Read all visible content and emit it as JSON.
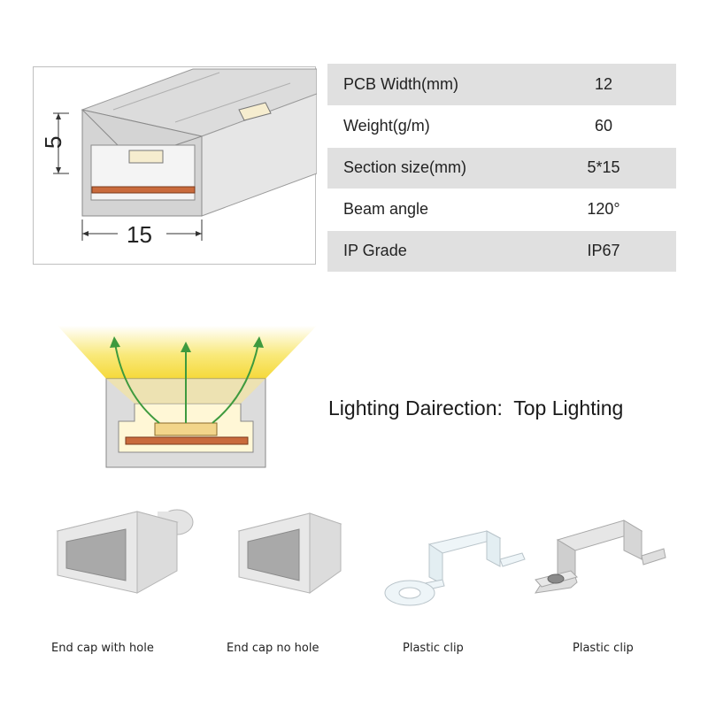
{
  "profile_dimensions": {
    "height": "5",
    "width": "15"
  },
  "specs": [
    {
      "label": "PCB Width(mm)",
      "value": "12"
    },
    {
      "label": "Weight(g/m)",
      "value": "60"
    },
    {
      "label": "Section size(mm)",
      "value": "5*15"
    },
    {
      "label": "Beam angle",
      "value": "120°"
    },
    {
      "label": "IP Grade",
      "value": "IP67"
    }
  ],
  "lighting": {
    "direction_text": "Lighting Dairection:  Top Lighting"
  },
  "accessories": [
    {
      "label": "End cap with hole",
      "icon": "end-cap-with-hole-icon"
    },
    {
      "label": "End cap no hole",
      "icon": "end-cap-no-hole-icon"
    },
    {
      "label": "Plastic clip",
      "icon": "plastic-clip-ring-icon"
    },
    {
      "label": "Plastic clip",
      "icon": "plastic-clip-screw-icon"
    }
  ],
  "colors": {
    "profile_gray": "#d8d8d8",
    "pcb_copper": "#c96a3c",
    "led_chip": "#f4e9c8",
    "light_yellow": "#f7e14a",
    "arrow_green": "#3e9a3e",
    "table_shade": "#e0e0e0"
  }
}
